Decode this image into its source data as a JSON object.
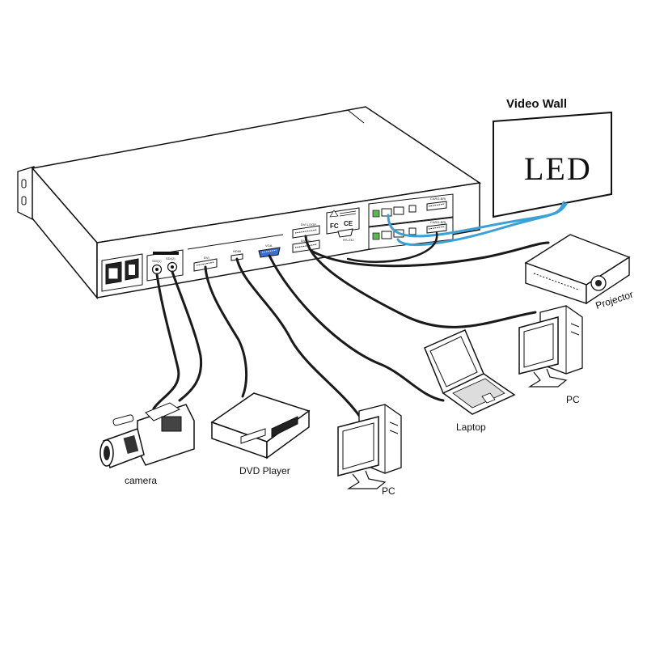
{
  "labels": {
    "video_wall": "Video Wall",
    "led": "LED",
    "projector": "Projector",
    "pc_right": "PC",
    "laptop": "Laptop",
    "pc_center": "PC",
    "dvd_player": "DVD Player",
    "camera": "camera"
  },
  "device": {
    "port_labels": {
      "sdi1": "SDI(1)",
      "sdi2": "SDI(2)",
      "dvi": "DVI",
      "hdmi": "HDMI",
      "vga": "VGA",
      "dvi_loop": "DVI LOOP",
      "dvi_in": "DVI IN",
      "rs232": "RS-232",
      "card_top": "CARD-BRI",
      "card_bottom": "CARD-BRI",
      "fc_mark": "FC",
      "ce_mark": "CE"
    }
  },
  "colors": {
    "cable": "#1a1a1a",
    "network_cable": "#3aa0d8",
    "vga_port": "#3b6fd1",
    "chassis_fill": "#ffffff",
    "outline": "#111111"
  }
}
